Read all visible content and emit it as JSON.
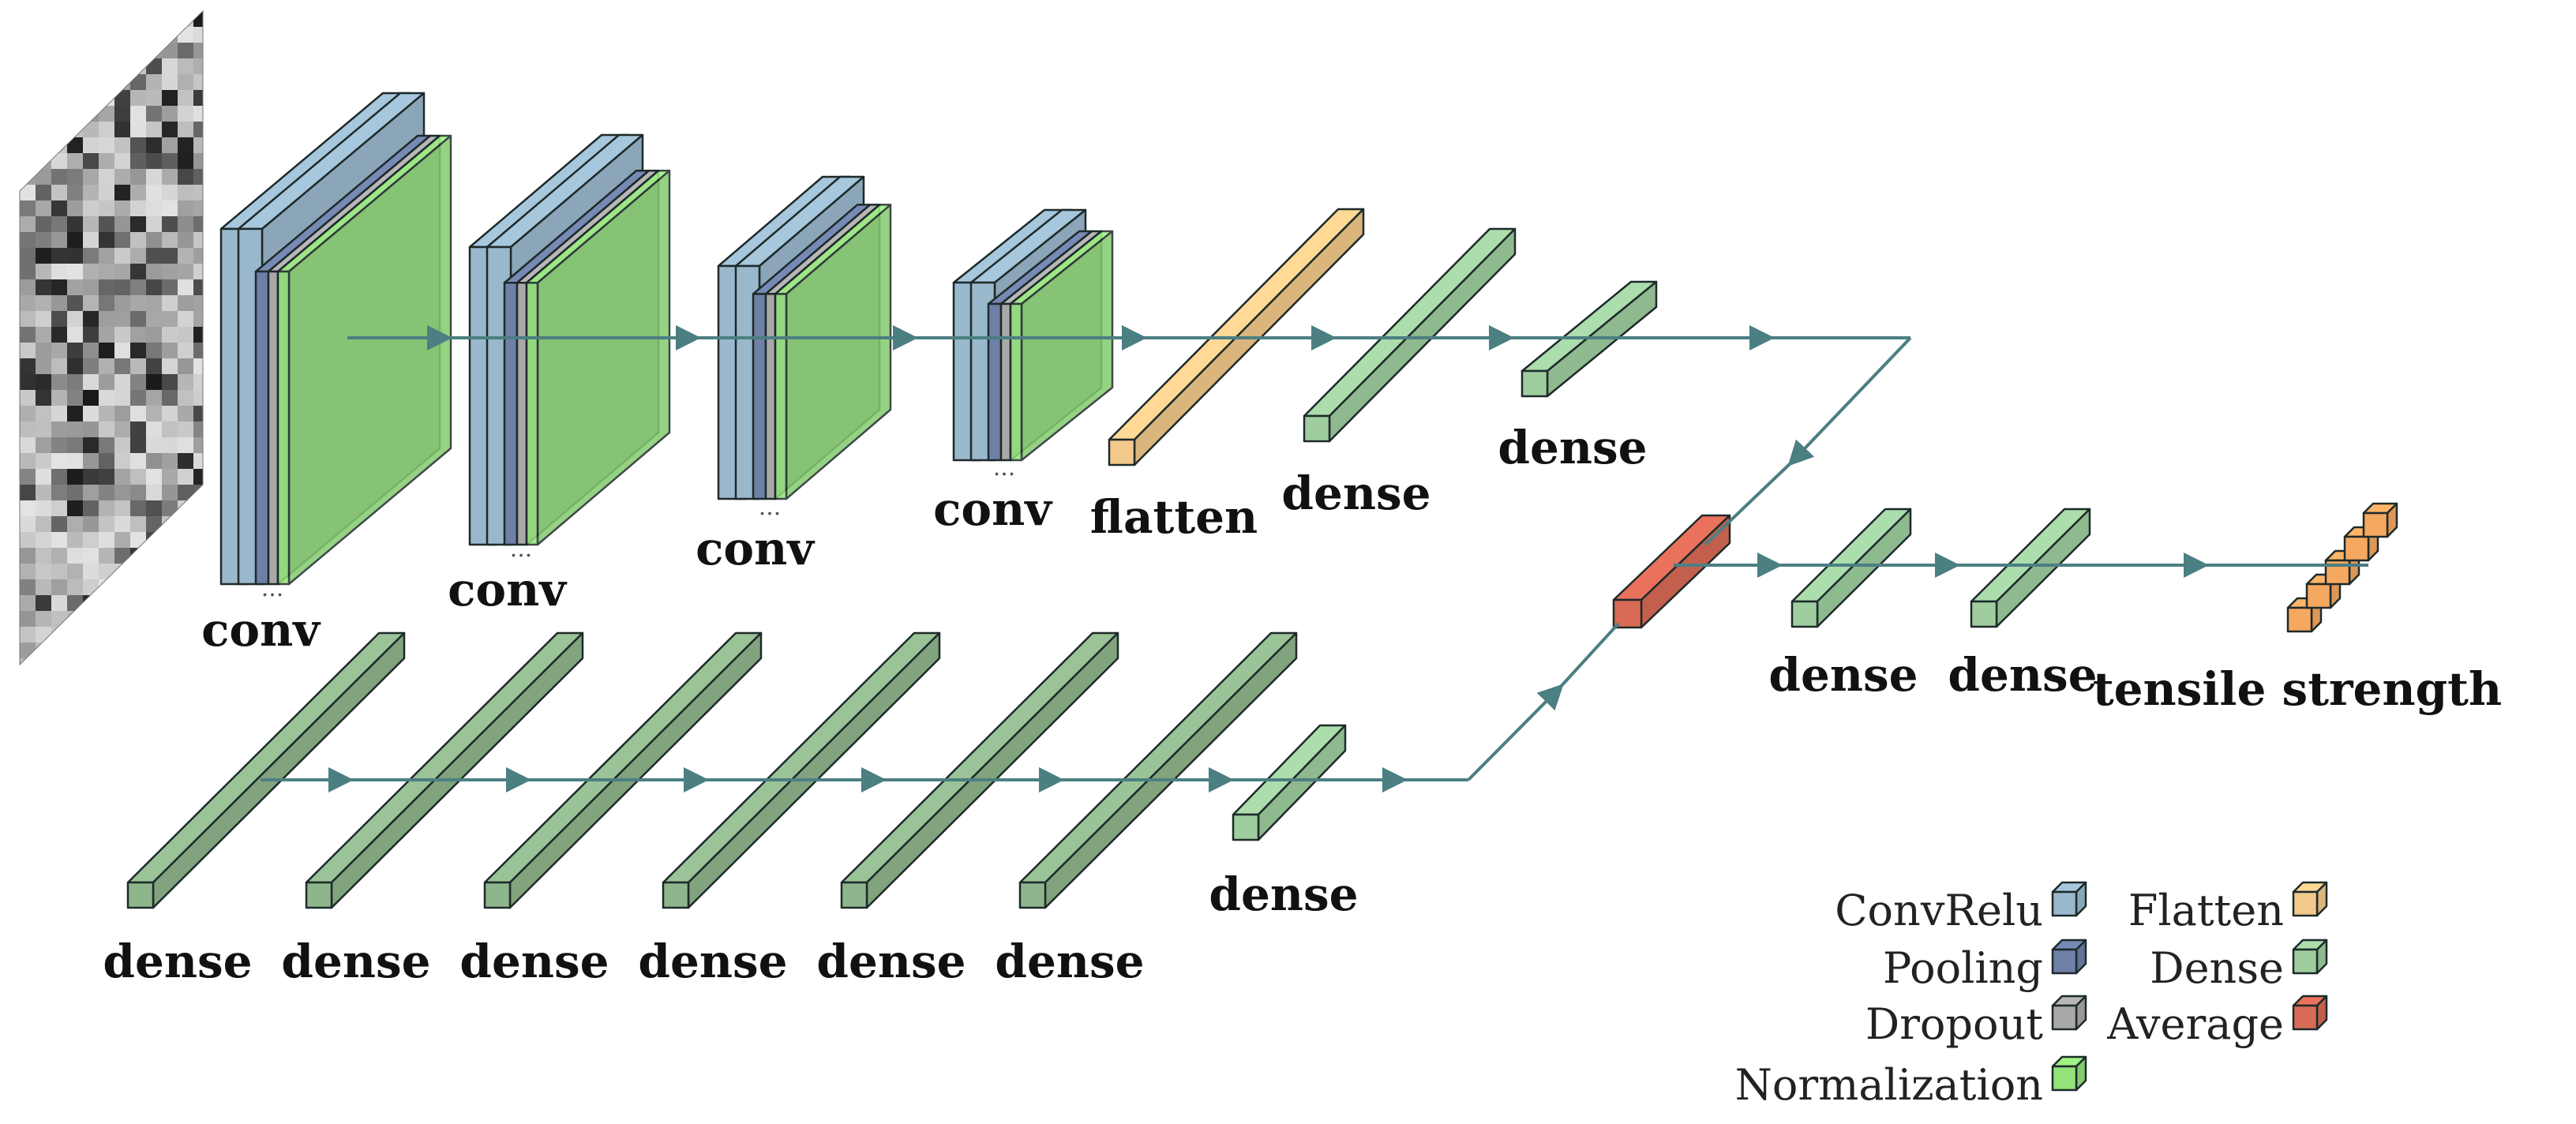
{
  "diagram": {
    "colors": {
      "conv_relu": "#9ab8cc",
      "pooling": "#6e7fa8",
      "dropout": "#a9a9a9",
      "normalization": "#93e27a",
      "flatten": "#f2c98a",
      "dense": "#9fcd9f",
      "dense_dark": "#8fb58c",
      "average": "#d96a55",
      "output": "#f5a860",
      "edge": "#1e2a2a",
      "arrow": "#4b7f82"
    },
    "labels": {
      "conv_1": "conv",
      "conv_2": "conv",
      "conv_3": "conv",
      "conv_4": "conv",
      "flatten": "flatten",
      "dense_top_1": "dense",
      "dense_top_2": "dense",
      "dense_bottom_1": "dense",
      "dense_bottom_2": "dense",
      "dense_bottom_3": "dense",
      "dense_bottom_4": "dense",
      "dense_bottom_5": "dense",
      "dense_bottom_6": "dense",
      "dense_bottom_7": "dense",
      "dense_merge_1": "dense",
      "dense_merge_2": "dense",
      "output": "tensile strength"
    },
    "ellipsis": "...",
    "legend": {
      "items": [
        {
          "label": "ConvRelu",
          "color": "#9ab8cc"
        },
        {
          "label": "Pooling",
          "color": "#6e7fa8"
        },
        {
          "label": "Dropout",
          "color": "#a9a9a9"
        },
        {
          "label": "Normalization",
          "color": "#93e27a"
        },
        {
          "label": "Flatten",
          "color": "#f2c98a"
        },
        {
          "label": "Dense",
          "color": "#9fcd9f"
        },
        {
          "label": "Average",
          "color": "#d96a55"
        }
      ]
    }
  }
}
